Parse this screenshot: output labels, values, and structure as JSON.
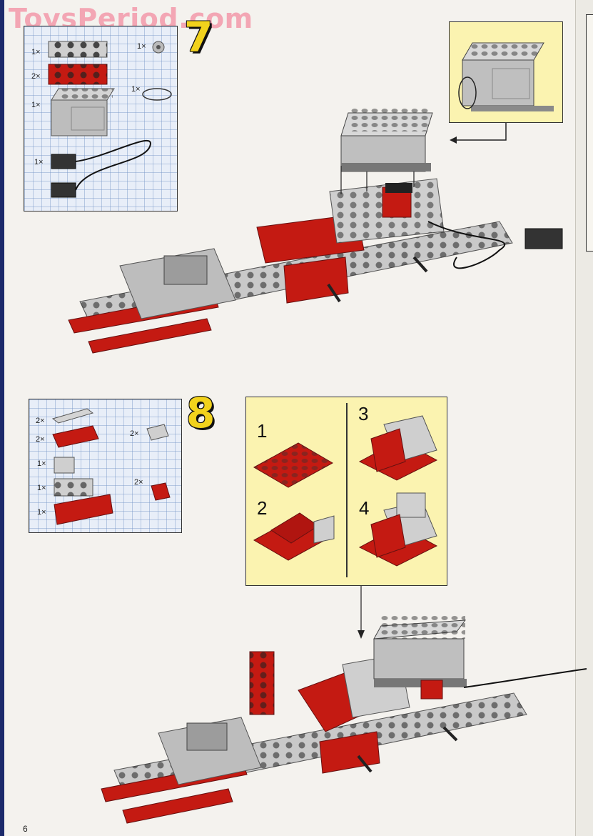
{
  "watermark": "ToysPeriod.com",
  "page_number": "6",
  "step7": {
    "number": "7",
    "parts": [
      {
        "qty": "1×",
        "part": "light-gray-technic-brick-1x6"
      },
      {
        "qty": "1×",
        "part": "gray-bushing"
      },
      {
        "qty": "2×",
        "part": "red-technic-brick-1x6"
      },
      {
        "qty": "1×",
        "part": "rubber-band"
      },
      {
        "qty": "1×",
        "part": "gray-motor"
      },
      {
        "qty": "1×",
        "part": "black-battery-connector"
      }
    ]
  },
  "step8": {
    "number": "8",
    "parts": [
      {
        "qty": "2×",
        "part": "light-gray-plate-1x4"
      },
      {
        "qty": "2×",
        "part": "red-plate-2x4"
      },
      {
        "qty": "2×",
        "part": "light-gray-bracket"
      },
      {
        "qty": "1×",
        "part": "light-gray-technic-brick-1x2"
      },
      {
        "qty": "2×",
        "part": "red-slope"
      },
      {
        "qty": "1×",
        "part": "light-gray-technic-brick-1x4"
      },
      {
        "qty": "1×",
        "part": "red-technic-brick-1x6"
      }
    ],
    "substeps": [
      "1",
      "3",
      "2",
      "4"
    ]
  },
  "colors": {
    "red": "#c41a12",
    "light_gray": "#c9c9c9",
    "callout_yellow": "#fbf3b0",
    "step_yellow": "#f2d21c"
  }
}
